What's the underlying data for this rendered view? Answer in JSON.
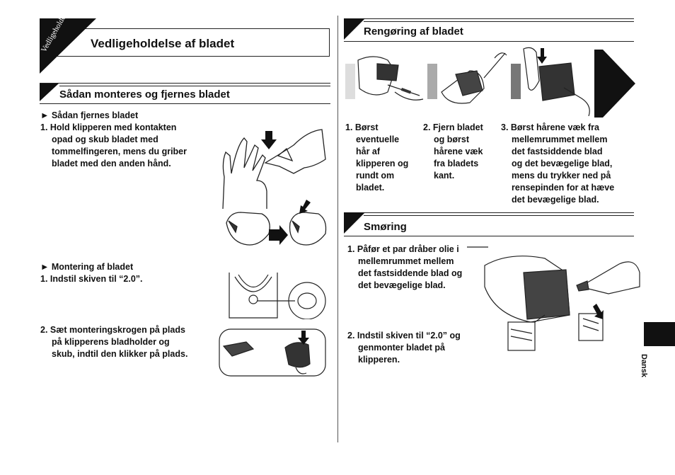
{
  "left": {
    "tab_text": "Vedligeholdelse",
    "title": "Vedligeholdelse af bladet",
    "section1": {
      "heading": "Sådan monteres og fjernes bladet",
      "remove_heading": "► Sådan fjernes bladet",
      "remove_step1": [
        "1. Hold klipperen med kontakten",
        "opad og skub bladet med",
        "tommelfingeren, mens du griber",
        "bladet med den anden hånd."
      ],
      "mount_heading": "► Montering af bladet",
      "mount_step1": "1. Indstil skiven til “2.0”.",
      "mount_step2": [
        "2. Sæt monteringskrogen på plads",
        "på klipperens bladholder og",
        "skub, indtil den klikker på plads."
      ]
    }
  },
  "right": {
    "cleaning": {
      "heading": "Rengøring af bladet",
      "step1": [
        "1. Børst",
        "eventuelle",
        "hår af",
        "klipperen og",
        "rundt om",
        "bladet."
      ],
      "step2": [
        "2. Fjern bladet",
        "og børst",
        "hårene væk",
        "fra bladets",
        "kant."
      ],
      "step3": [
        "3. Børst hårene væk fra",
        "mellemrummet mellem",
        "det fastsiddende blad",
        "og det bevægelige blad,",
        "mens du trykker ned på",
        "rensepinden for at hæve",
        "det bevægelige blad."
      ]
    },
    "oiling": {
      "heading": "Smøring",
      "step1": [
        "1. Påfør et par dråber olie i",
        "mellemrummet mellem",
        "det fastsiddende blad og",
        "det bevægelige blad."
      ],
      "step2": [
        "2. Indstil skiven til “2.0” og",
        "genmonter bladet på",
        "klipperen."
      ]
    }
  },
  "side_tab": "Dansk",
  "icons": [
    "hand-icon",
    "clipper-icon",
    "arrow-icon",
    "brush-icon",
    "oil-bottle-icon"
  ]
}
